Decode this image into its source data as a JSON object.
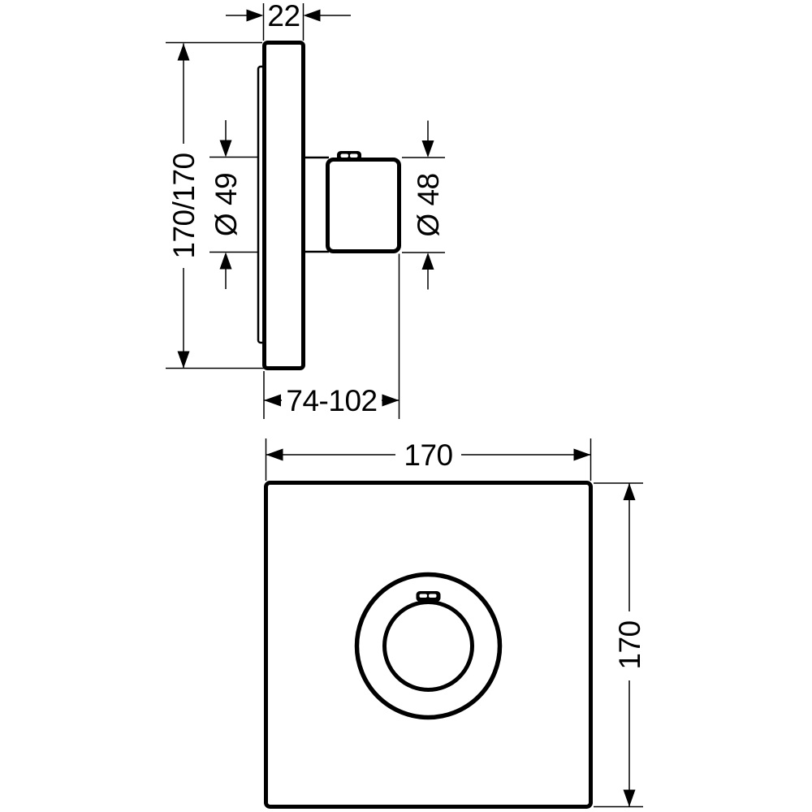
{
  "colors": {
    "line": "#000000",
    "background": "#ffffff"
  },
  "side_view": {
    "dims": {
      "plate_depth": "22",
      "plate_height": "170/170",
      "sleeve_diameter": "Ø 49",
      "handle_diameter": "Ø 48",
      "installation_depth": "74-102"
    }
  },
  "front_view": {
    "dims": {
      "width": "170",
      "height": "170"
    }
  }
}
